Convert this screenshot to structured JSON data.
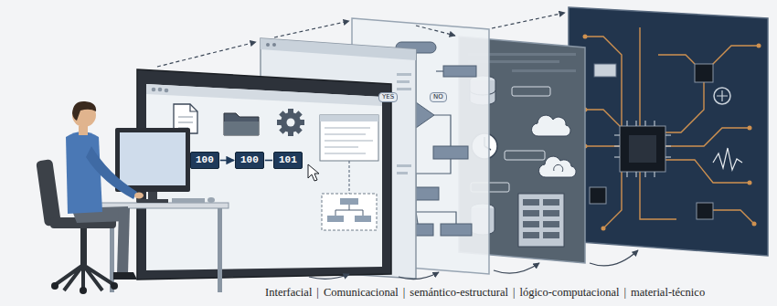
{
  "diagram": {
    "nodes": [
      {
        "text": [
          "100"
        ]
      },
      {
        "text": [
          "100"
        ]
      },
      {
        "text": [
          "101"
        ]
      }
    ],
    "edges": [
      {
        "from": 0,
        "to": 1,
        "arrow": "to"
      },
      {
        "from": 1,
        "to": 2,
        "arrow": "none"
      }
    ],
    "labels": [
      "YES",
      "NO",
      "Interfacial",
      "|",
      "Comunicacional",
      "|",
      "semántico-estructural",
      "|",
      "lógico-computacional",
      "|",
      "material-técnico"
    ]
  }
}
